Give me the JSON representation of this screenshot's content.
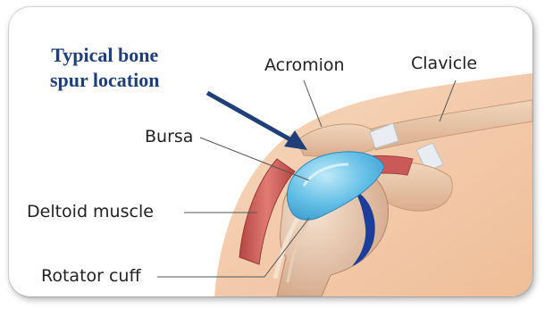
{
  "callout": {
    "line1": "Typical bone",
    "line2": "spur location"
  },
  "labels": {
    "acromion": "Acromion",
    "clavicle": "Clavicle",
    "bursa": "Bursa",
    "deltoid": "Deltoid muscle",
    "rotator_cuff": "Rotator cuff"
  },
  "colors": {
    "callout_text": "#1f3f7a",
    "arrow": "#1f3f7a",
    "skin": "#f2c9a8",
    "bone": "#e8c6a8",
    "bursa": "#6cc6ea",
    "muscle": "#c85a5a",
    "cartilage": "#1c3e9a"
  }
}
